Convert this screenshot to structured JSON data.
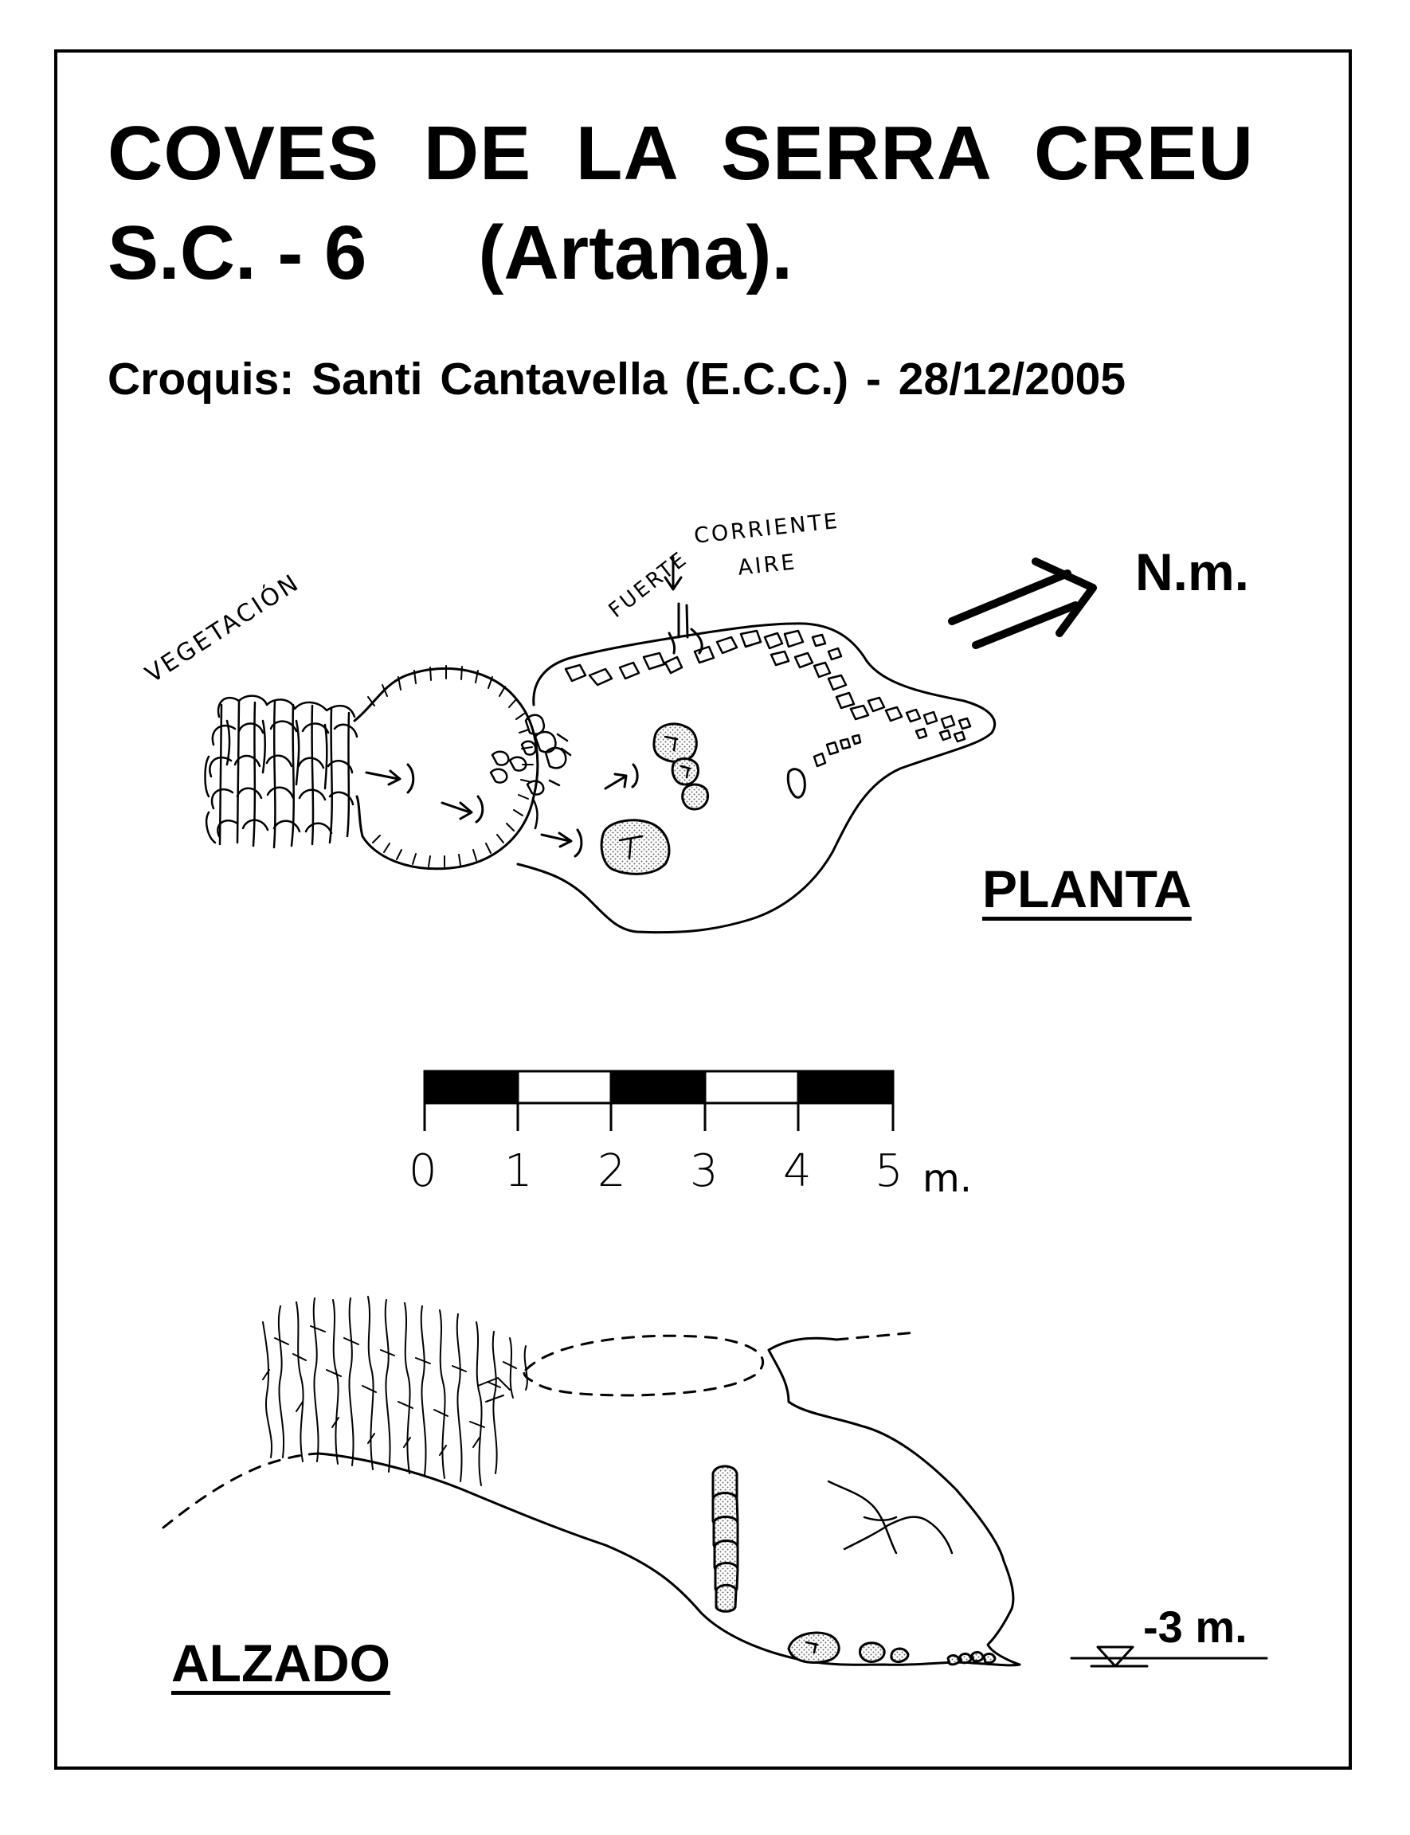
{
  "header": {
    "title_line1": "COVES DE LA SERRA CREU",
    "title_code": "S.C. - 6",
    "title_location": "(Artana).",
    "credit": "Croquis:  Santi Cantavella  (E.C.C.)  -  28/12/2005"
  },
  "plan": {
    "label": "PLANTA",
    "north_label": "N.m.",
    "vegetation_label": "VEGETACIÓN",
    "fuerte_label": "FUERTE",
    "corriente_label": "CORRIENTE",
    "aire_label": "AIRE"
  },
  "scale": {
    "ticks": [
      "0",
      "1",
      "2",
      "3",
      "4",
      "5"
    ],
    "unit": "m."
  },
  "elevation": {
    "label": "ALZADO",
    "depth_label": "-3 m."
  },
  "colors": {
    "ink": "#000000",
    "paper": "#ffffff",
    "stipple": "#bdbdbd"
  }
}
